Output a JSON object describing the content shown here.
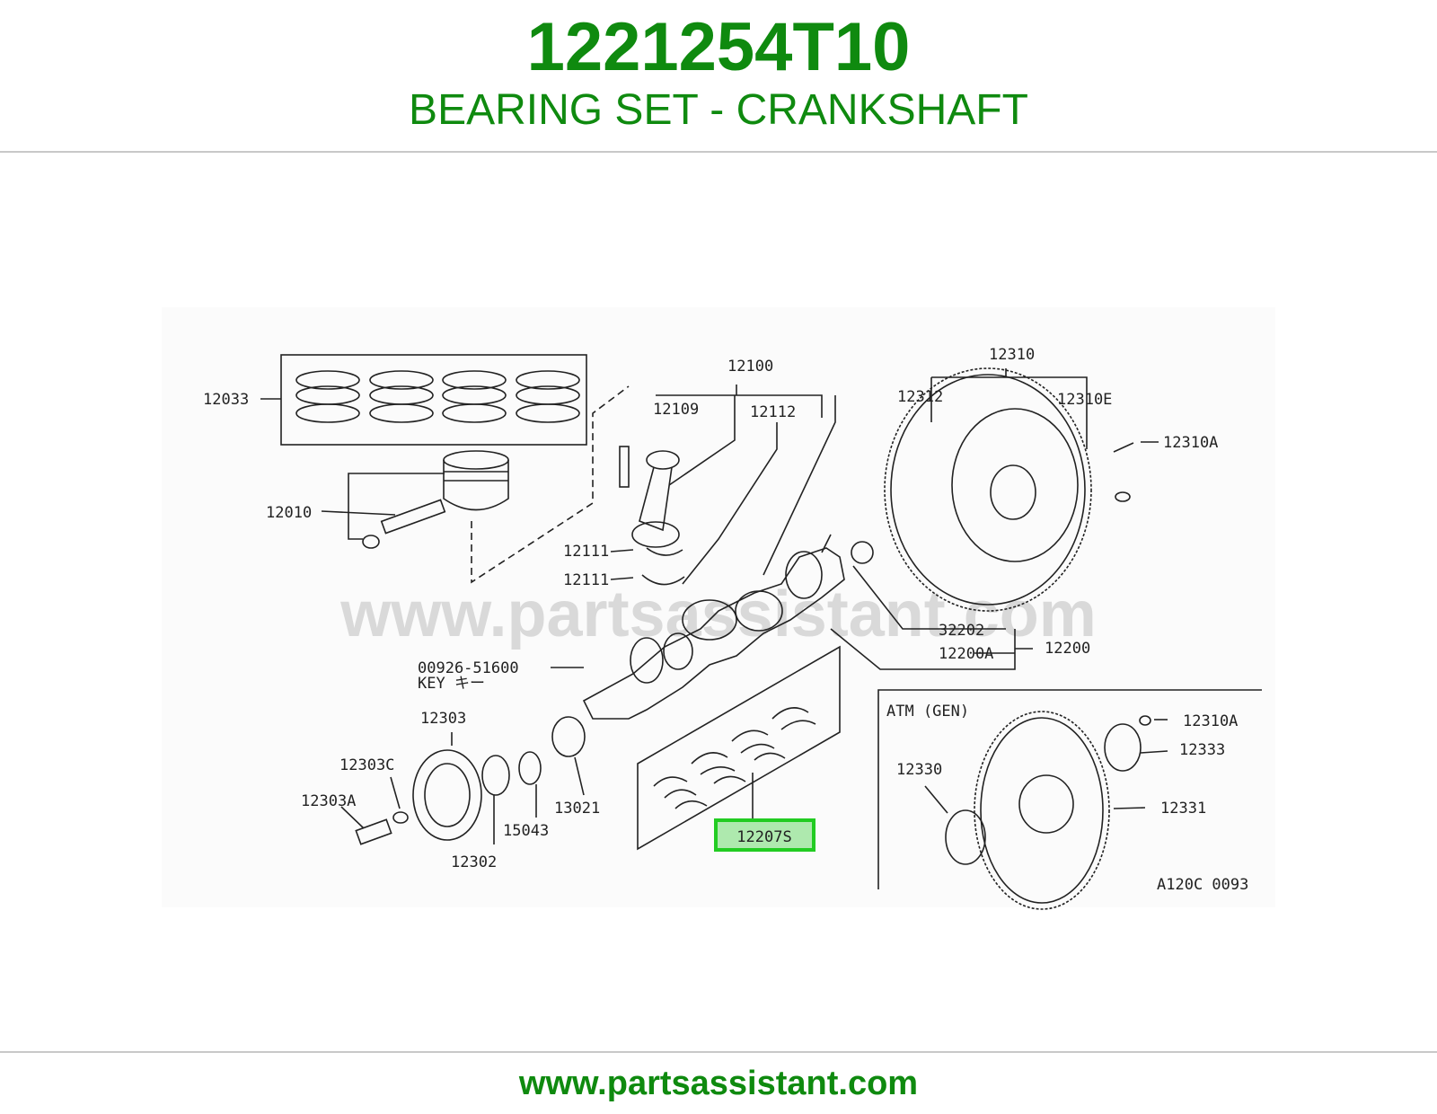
{
  "header": {
    "part_number": "1221254T10",
    "part_name": "BEARING SET - CRANKSHAFT"
  },
  "diagram": {
    "watermark": "www.partsassistant.com",
    "figure_code": "A120C 0093",
    "inset_title": "ATM (GEN)",
    "key_note": "KEY キー",
    "highlighted_part": "12207S",
    "highlight_color": "#22cc22",
    "callouts": {
      "c12033": "12033",
      "c12010": "12010",
      "c12100": "12100",
      "c12109": "12109",
      "c12112": "12112",
      "c12111a": "12111",
      "c12111b": "12111",
      "c12310": "12310",
      "c12312": "12312",
      "c12310e": "12310E",
      "c12310a": "12310A",
      "c32202": "32202",
      "c12200a": "12200A",
      "c12200": "12200",
      "c00926": "00926-51600",
      "c12303": "12303",
      "c12303c": "12303C",
      "c12303a": "12303A",
      "c12302": "12302",
      "c15043": "15043",
      "c13021": "13021",
      "c12310a2": "12310A",
      "c12333": "12333",
      "c12330": "12330",
      "c12331": "12331"
    }
  },
  "footer": {
    "url": "www.partsassistant.com"
  }
}
